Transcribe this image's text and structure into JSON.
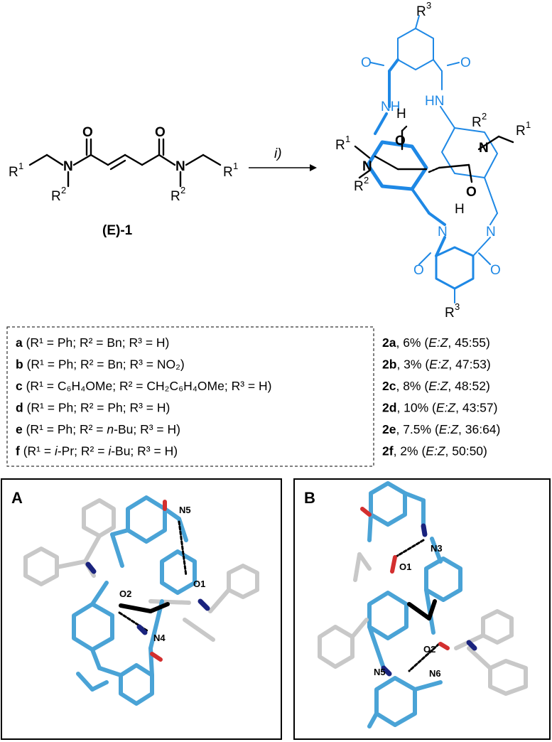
{
  "scheme": {
    "reactant_label": "(E)-1",
    "arrow_label": "i)",
    "reactant_atoms": {
      "o": "O",
      "n": "N",
      "r1": "R",
      "r2": "R",
      "sup1": "1",
      "sup2": "2"
    },
    "product_atoms": {
      "o": "O",
      "n": "N",
      "h": "H",
      "nh": "NH",
      "hn": "HN",
      "r1": "R",
      "r2": "R",
      "r3": "R",
      "sup1": "1",
      "sup2": "2",
      "sup3": "3"
    }
  },
  "table": {
    "rows": [
      {
        "id": "a",
        "cond": "(R¹ = Ph; R² = Bn; R³ = H)",
        "product": "2a",
        "yield": ", 6% (",
        "ratio_label": "E:Z",
        "ratio": ", 45:55)"
      },
      {
        "id": "b",
        "cond": "(R¹ = Ph; R² = Bn; R³ = NO₂)",
        "product": "2b",
        "yield": ", 3% (",
        "ratio_label": "E:Z",
        "ratio": ", 47:53)"
      },
      {
        "id": "c",
        "cond": "(R¹ = C₆H₄OMe; R² =  CH₂C₆H₄OMe; R³ = H)",
        "product": "2c",
        "yield": ", 8% (",
        "ratio_label": "E:Z",
        "ratio": ", 48:52)"
      },
      {
        "id": "d",
        "cond": "(R¹ = Ph; R² = Ph; R³ = H)",
        "product": "2d",
        "yield": ", 10% (",
        "ratio_label": "E:Z",
        "ratio": ", 43:57)"
      },
      {
        "id": "e",
        "cond_pre": "(R¹ = Ph; R² = ",
        "cond_it": "n",
        "cond_post": "-Bu; R³ = H)",
        "product": "2e",
        "yield": ", 7.5% (",
        "ratio_label": "E:Z",
        "ratio": ", 36:64)"
      },
      {
        "id": "f",
        "cond_pre": "(R¹ = ",
        "cond_it": "i",
        "cond_mid": "-Pr; R² = ",
        "cond_it2": "i",
        "cond_post": "-Bu; R³ = H)",
        "product": "2f",
        "yield": ", 2% (",
        "ratio_label": "E:Z",
        "ratio": ", 50:50)"
      }
    ]
  },
  "panels": {
    "A": {
      "label": "A",
      "atoms": [
        "N5",
        "O1",
        "O2",
        "N4"
      ]
    },
    "B": {
      "label": "B",
      "atoms": [
        "N3",
        "O1",
        "O2",
        "N5",
        "N6"
      ]
    }
  },
  "colors": {
    "blue": "#1e88e5",
    "crystal_blue": "#4aa3d6",
    "crystal_grey": "#c8c8c8",
    "red": "#d32f2f",
    "navy": "#1a237e"
  }
}
